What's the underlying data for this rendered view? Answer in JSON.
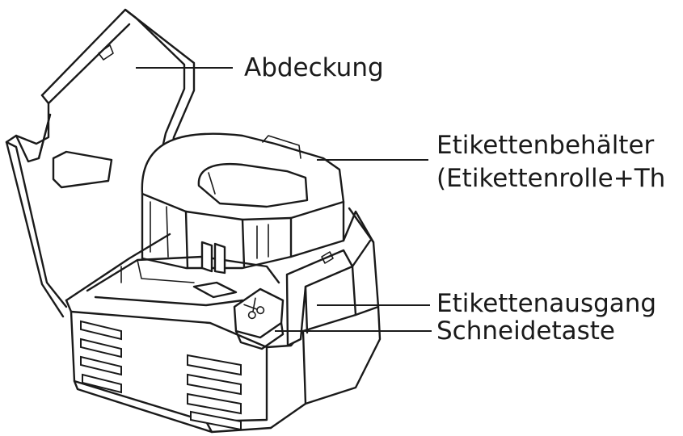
{
  "labels": {
    "cover": "Abdeckung",
    "label_compartment_line1": "Etikettenbehälter",
    "label_compartment_line2": "(Etikettenrolle+Th",
    "label_outlet": "Etikettenausgang",
    "cut_button": "Schneidetaste"
  },
  "icons": {
    "cut_button_symbol": "scissors-icon"
  },
  "colors": {
    "line": "#1a1a1a",
    "background": "#ffffff"
  }
}
